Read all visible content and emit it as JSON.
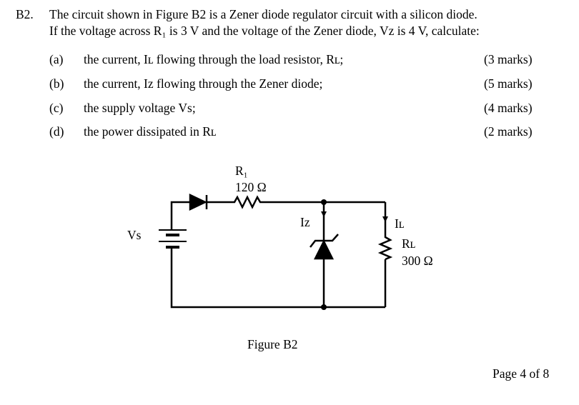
{
  "question": {
    "number": "B2.",
    "line1": "The circuit shown in Figure B2 is a Zener diode regulator circuit with a silicon diode.",
    "line2": "If the voltage across R₁ is 3 V and the voltage of the Zener diode, Vz is 4 V, calculate:",
    "parts": [
      {
        "label": "(a)",
        "text": "the current, Iʟ flowing through the load resistor, Rʟ;",
        "marks": "(3 marks)"
      },
      {
        "label": "(b)",
        "text": "the current, Iᴢ flowing through the Zener diode;",
        "marks": "(5 marks)"
      },
      {
        "label": "(c)",
        "text": "the supply voltage Vs;",
        "marks": "(4 marks)"
      },
      {
        "label": "(d)",
        "text": "the power dissipated in Rʟ",
        "marks": "(2 marks)"
      }
    ]
  },
  "figure": {
    "r1_label": "R₁",
    "r1_value": "120 Ω",
    "vs_label": "Vs",
    "iz_label": "Iᴢ",
    "il_label": "Iʟ",
    "rl_label": "Rʟ",
    "rl_value": "300 Ω",
    "caption": "Figure B2"
  },
  "footer": {
    "page": "Page 4 of 8"
  }
}
